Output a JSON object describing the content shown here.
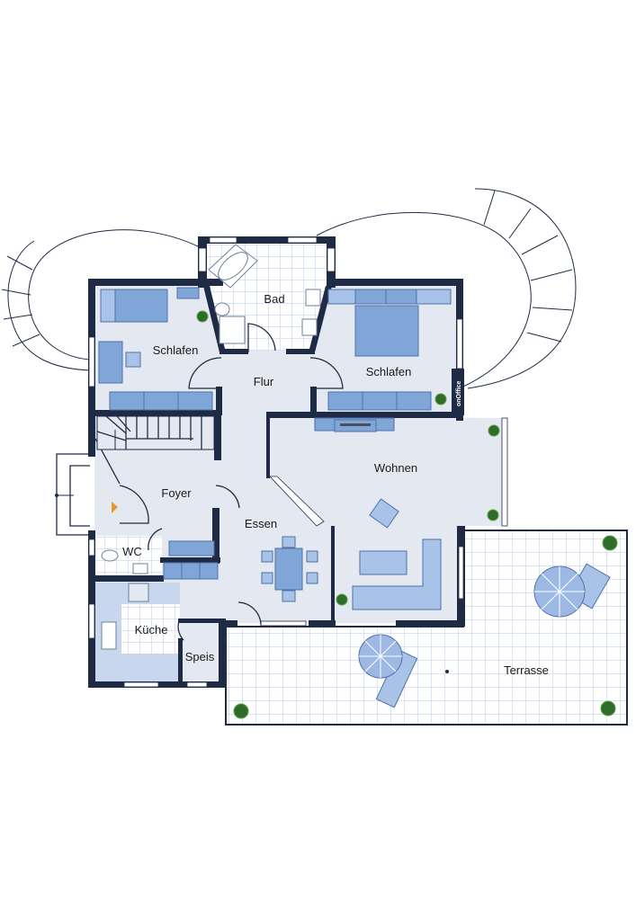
{
  "rooms": {
    "bad": "Bad",
    "schlafen_left": "Schlafen",
    "schlafen_right": "Schlafen",
    "flur": "Flur",
    "foyer": "Foyer",
    "essen": "Essen",
    "wohnen": "Wohnen",
    "wc": "WC",
    "kueche": "Küche",
    "speis": "Speis",
    "terrasse": "Terrasse"
  },
  "watermark": "onOffice",
  "colors": {
    "wall": "#1f2b45",
    "floor": "#e3e8f1",
    "tile_grid": "#b9c9e5",
    "furniture": "#80a6d8",
    "plant": "#2f6b2a",
    "entry_marker": "#e8962e"
  }
}
